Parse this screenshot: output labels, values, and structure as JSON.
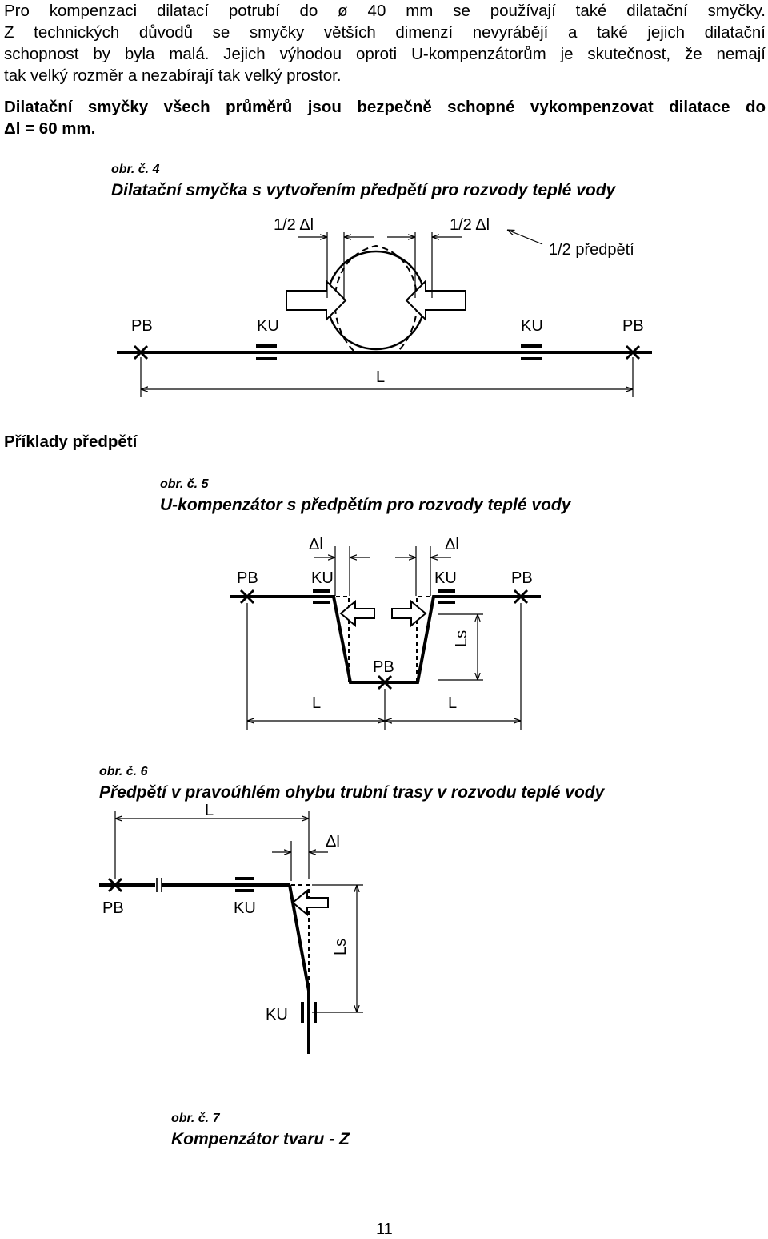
{
  "paragraph1": {
    "lines": [
      "Pro kompenzaci dilatací potrubí do ø 40 mm se používají také dilatační smyčky.",
      "Z technických důvodů  se smyčky větších dimenzí nevyrábějí a také jejich dilatační",
      "schopnost by byla malá. Jejich výhodou oproti U-kompenzátorům je skutečnost, že nemají",
      "tak velký rozměr a nezabírají  tak velký prostor."
    ]
  },
  "paragraph2": {
    "lines": [
      "Dilatační smyčky všech průměrů jsou bezpečně schopné vykompenzovat dilatace do",
      "Δl = 60 mm."
    ]
  },
  "figure4": {
    "number": "obr. č. 4",
    "title": "Dilatační smyčka s vytvořením předpětí pro rozvody teplé vody",
    "label_half_dl_left": "1/2 Δl",
    "label_half_dl_right": "1/2 Δl",
    "label_half_prestress": "1/2 předpětí",
    "label_pb_left": "PB",
    "label_ku_left": "KU",
    "label_ku_right": "KU",
    "label_pb_right": "PB",
    "label_l": "L"
  },
  "heading_examples": "Příklady předpětí",
  "figure5": {
    "number": "obr. č. 5",
    "title": "U-kompenzátor  s předpětím pro rozvody teplé vody",
    "label_dl_left": "Δl",
    "label_dl_right": "Δl",
    "label_pb_left": "PB",
    "label_ku_left": "KU",
    "label_ku_right": "KU",
    "label_pb_right": "PB",
    "label_ls": "Ls",
    "label_pb_bottom": "PB",
    "label_l_left": "L",
    "label_l_right": "L"
  },
  "figure6": {
    "number": "obr. č. 6",
    "title": "Předpětí v pravoúhlém ohybu trubní trasy v rozvodu teplé vody",
    "label_l": "L",
    "label_dl": "Δl",
    "label_pb": "PB",
    "label_ku_top": "KU",
    "label_ls": "Ls",
    "label_ku_bottom": "KU"
  },
  "figure7": {
    "number": "obr. č. 7",
    "title": "Kompenzátor tvaru - Z"
  },
  "page_number": "11",
  "colors": {
    "ink": "#000000",
    "paper": "#ffffff"
  }
}
